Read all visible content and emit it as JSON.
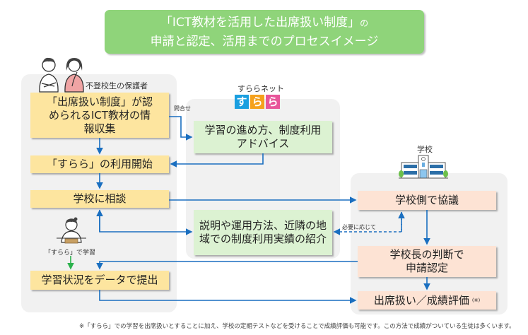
{
  "title": {
    "line1_main": "「ICT教材を活用した出席扱い制度」",
    "line1_suffix": "の",
    "line2": "申請と認定、活用までのプロセスイメージ"
  },
  "guardian_panel": {
    "label": "不登校生の保護者",
    "steps": [
      {
        "text": "「出席扱い制度」が認められるICT教材の情報収集"
      },
      {
        "text": "「すらら」の利用開始"
      },
      {
        "text": "学校に相談"
      },
      {
        "text": "学習状況をデータで提出"
      }
    ],
    "student_caption": "「すらら」で学習"
  },
  "surala_panel": {
    "label": "すららネット",
    "logo_chars": [
      "す",
      "ら",
      "ら"
    ],
    "logo_colors": [
      "#1a9fe0",
      "#f5a11c",
      "#e8559a"
    ],
    "steps": [
      {
        "text": "学習の進め方、制度利用アドバイス"
      },
      {
        "text": "説明や運用方法、近隣の地域での制度利用実績の紹介"
      }
    ]
  },
  "school_panel": {
    "label": "学校",
    "steps": [
      {
        "text": "学校側で協議"
      },
      {
        "text": "学校長の判断で申請認定"
      },
      {
        "text": "出席扱い／成績評価",
        "mark": "(※)"
      }
    ]
  },
  "connector_labels": {
    "inquiry": "問合せ",
    "as_needed": "必要に応じて"
  },
  "footnote": "※「すらら」での学習を出席扱いとすることに加え、学校の定期テストなどを受けることで成績評価も可能です。この方法で成績がついている生徒は多くいます。",
  "colors": {
    "title_bg": "#8fd47a",
    "guardian_box": "#fde59f",
    "surala_box": "#dcf2d2",
    "school_box": "#fde3d4",
    "panel_bg": "#f1f1f1",
    "arrow": "#1a6fc0",
    "student_arrow": "#2bb24c"
  }
}
